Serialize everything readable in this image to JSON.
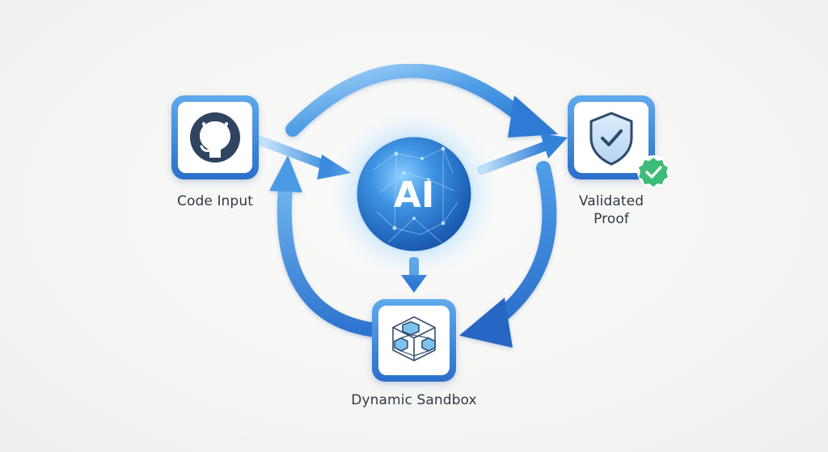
{
  "nodes": {
    "center": {
      "label": "AI"
    },
    "code_input": {
      "label": "Code Input",
      "icon": "github-icon"
    },
    "validated_proof": {
      "label_line1": "Validated",
      "label_line2": "Proof",
      "icon": "shield-check-icon",
      "badge_icon": "check-badge-icon"
    },
    "dynamic_sandbox": {
      "label": "Dynamic Sandbox",
      "icon": "cube-network-icon"
    }
  },
  "colors": {
    "accent": "#3d8fe0",
    "accent_dark": "#1f63b8",
    "accent_light": "#9fd0f7",
    "orb_core": "#1c5fb5",
    "badge_green": "#3dbb78",
    "label_text": "#2f3b4a"
  }
}
